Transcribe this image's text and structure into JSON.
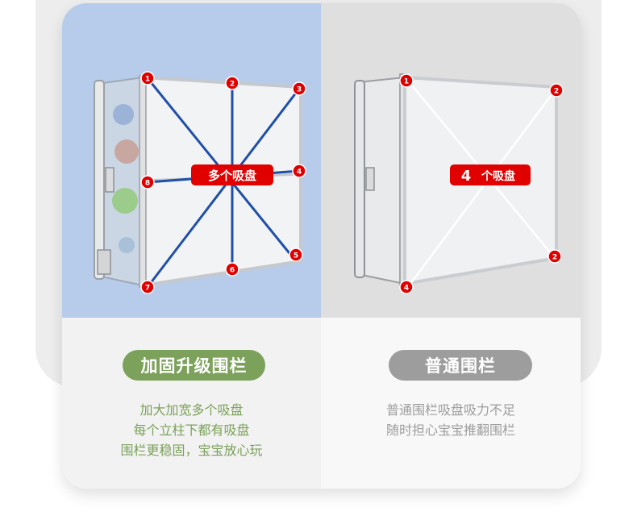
{
  "left": {
    "badge": "多个吸盘",
    "markers": [
      "1",
      "2",
      "3",
      "4",
      "5",
      "6",
      "7",
      "8"
    ],
    "pill_label": "加固升级围栏",
    "description_lines": [
      "加大加宽多个吸盘",
      "每个立柱下都有吸盘",
      "围栏更稳固，宝宝放心玩"
    ]
  },
  "right": {
    "badge_num": "4",
    "badge_text": "个吸盘",
    "markers": [
      "1",
      "2",
      "2",
      "4"
    ],
    "pill_label": "普通围栏",
    "description_lines": [
      "普通围栏吸盘吸力不足",
      "随时担心宝宝推翻围栏"
    ]
  },
  "colors": {
    "left_bg": "#b7cceb",
    "right_bg": "#dfdfdf",
    "accent_green": "#7ba15a",
    "accent_grey": "#9d9d9d",
    "marker_red": "#e00000",
    "line_blue": "#1f4fa8"
  }
}
